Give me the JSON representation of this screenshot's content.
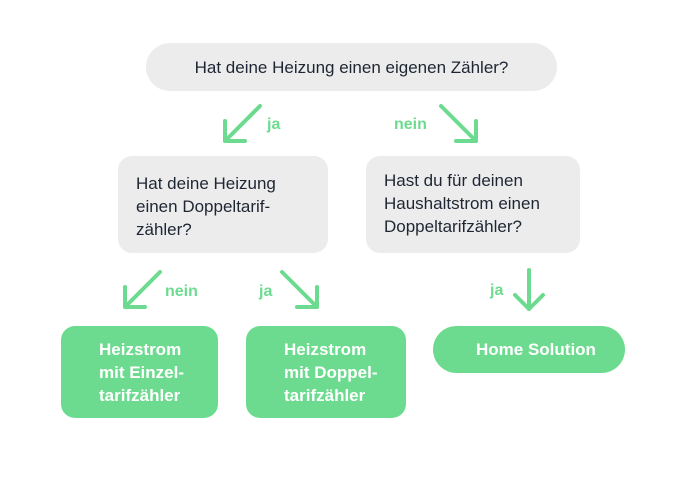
{
  "colors": {
    "accent": "#6ddb8f",
    "question_bg": "#ececec",
    "text": "#1f2633"
  },
  "question_top": {
    "text": "Hat deine Heizung einen eigenen Zähler?"
  },
  "question_left": {
    "lines": [
      "Hat deine Heizung",
      "einen Doppeltarif-",
      "zähler?"
    ]
  },
  "question_right": {
    "lines": [
      "Hast du für deinen",
      "Haushaltstrom einen",
      "Doppeltarifzähler?"
    ]
  },
  "labels": {
    "top_left": "ja",
    "top_right": "nein",
    "left_left": "nein",
    "left_right": "ja",
    "right_down": "ja"
  },
  "results": {
    "einzeltarif": [
      "Heizstrom",
      "mit Einzel-",
      "tarifzähler"
    ],
    "doppeltarif": [
      "Heizstrom",
      "mit Doppel-",
      "tarifzähler"
    ],
    "home_solution": "Home Solution"
  }
}
